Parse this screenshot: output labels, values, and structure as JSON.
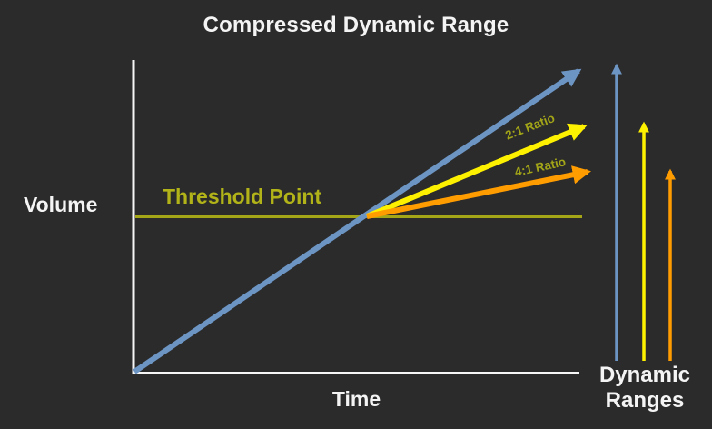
{
  "title": "Compressed Dynamic Range",
  "axes": {
    "y_label": "Volume",
    "x_label": "Time"
  },
  "threshold": {
    "label": "Threshold Point"
  },
  "ratios": {
    "two_to_one": "2:1 Ratio",
    "four_to_one": "4:1 Ratio"
  },
  "legend": {
    "dynamic_ranges": "Dynamic Ranges"
  },
  "colors": {
    "background": "#2b2b2b",
    "axis": "#f6f6f6",
    "label_text": "#f4f4f4",
    "input_blue": "#6d95c4",
    "compressed_yellow": "#fdf100",
    "compressed_orange": "#ff9c00",
    "threshold_line": "#a4a617",
    "threshold_text": "#b1b318",
    "ratio_text": "#a3a518"
  }
}
